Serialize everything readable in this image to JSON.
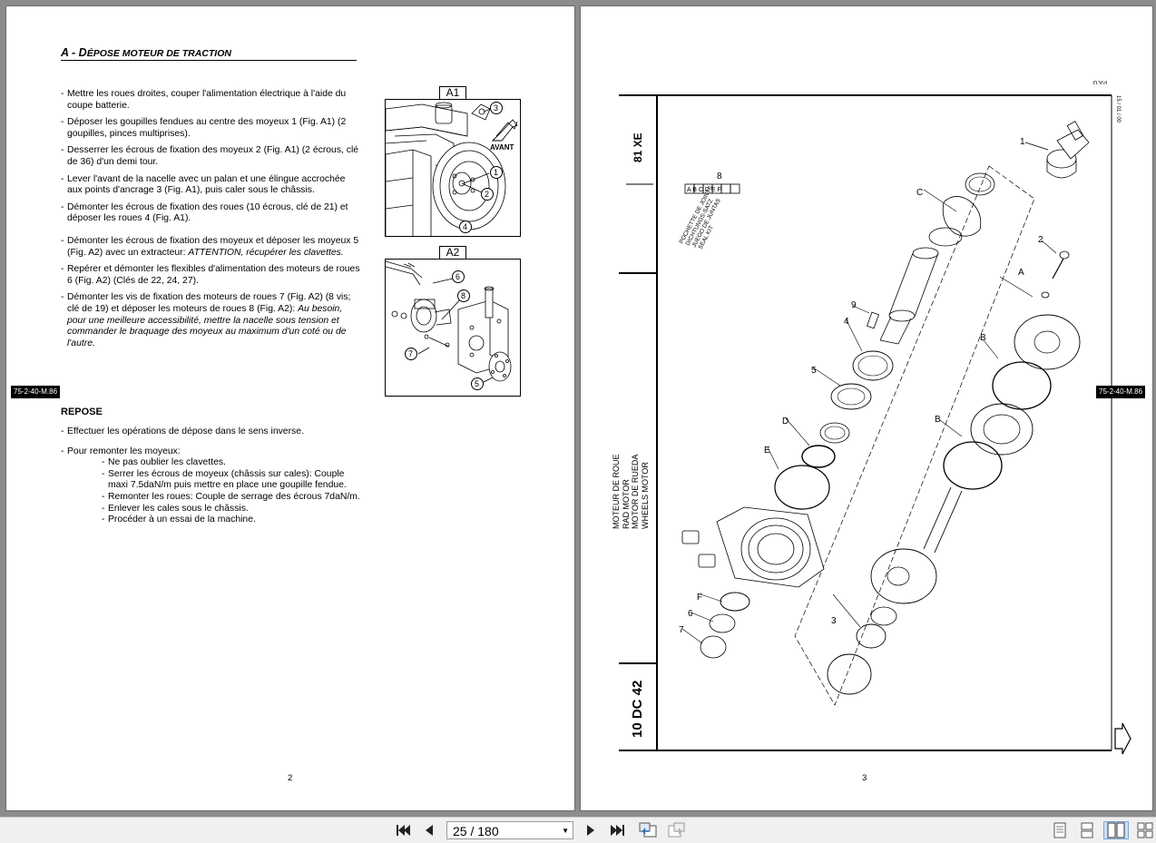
{
  "left_page": {
    "title_prefix": "A - D",
    "title_rest": "ÉPOSE MOTEUR DE TRACTION",
    "steps": [
      "Mettre les roues droites, couper l'alimentation électrique à l'aide du coupe batterie.",
      "Déposer les goupilles fendues au centre des moyeux 1 (Fig. A1) (2 goupilles, pinces multiprises).",
      "Desserrer les écrous de fixation des moyeux 2 (Fig. A1) (2 écrous, clé de 36) d'un demi tour.",
      "Lever l'avant de la nacelle avec un palan et une élingue accrochée aux points d'ancrage 3 (Fig. A1), puis caler sous le châssis.",
      "Démonter les écrous de fixation des roues (10 écrous, clé de 21) et déposer les roues 4 (Fig. A1).",
      "Démonter les écrous de fixation des moyeux et déposer les moyeux 5 (Fig. A2) avec un extracteur: ",
      "Repérer et démonter les flexibles d'alimentation des moteurs de roues 6 (Fig. A2) (Clés de 22, 24, 27).",
      "Démonter les vis de fixation des moteurs de roues 7 (Fig. A2) (8 vis; clé de 19) et déposer les moteurs de roues 8 (Fig. A2): "
    ],
    "step6_italic": "ATTENTION, récupérer les clavettes.",
    "step8_italic": "Au besoin, pour une meilleure accessibilité, mettre la nacelle sous tension et commander le braquage des moyeux au maximum d'un coté ou de l'autre.",
    "section_repose": "REPOSE",
    "repose_steps": [
      "Effectuer les opérations de dépose dans le sens inverse.",
      "Pour remonter les moyeux:"
    ],
    "repose_sub": [
      "Ne pas oublier les clavettes.",
      "Serrer les écrous de moyeux (châssis sur cales): Couple maxi 7.5daN/m puis mettre en place une goupille fendue.",
      "Remonter les roues: Couple de serrage des écrous 7daN/m.",
      "Enlever les cales sous le châssis.",
      "Procéder à un essai de la machine."
    ],
    "fig_a1_label": "A1",
    "fig_a2_label": "A2",
    "avant_label": "AVANT",
    "ref_tag": "75-2-40-M.86",
    "page_number": "2",
    "a1_callouts": [
      "1",
      "2",
      "3",
      "4"
    ],
    "a2_callouts": [
      "5",
      "6",
      "7",
      "8"
    ]
  },
  "right_page": {
    "model_top": "81 XE",
    "model_bottom": "10 DC 42",
    "title_lines": [
      "MOTEUR DE ROUE",
      "RAD MOTOR",
      "MOTOR DE RUEDA",
      "WHEELS MOTOR"
    ],
    "date_code": "15 / 01 / 00",
    "pao": "P.A.O",
    "ref_tag": "75-2-40-M.86",
    "page_number": "3",
    "parts": [
      "1",
      "2",
      "3",
      "4",
      "5",
      "6",
      "7",
      "8",
      "9",
      "A",
      "B",
      "B",
      "C",
      "D",
      "E",
      "F"
    ],
    "kit_box_lines": [
      "POCHETTE DE JOINTS",
      "DICHTUNGS-SATZ",
      "JUEGO DE JUNTAS",
      "SEAL KIT"
    ],
    "kit_box_letters": [
      "A",
      "B",
      "C",
      "D",
      "E",
      "F"
    ]
  },
  "toolbar": {
    "page_display": "25 / 180"
  },
  "icons": {
    "first": "first-page-icon",
    "prev": "previous-page-icon",
    "next": "next-page-icon",
    "last": "last-page-icon",
    "back": "back-view-icon",
    "forward": "forward-view-icon",
    "single": "single-page-view-icon",
    "continuous": "continuous-view-icon",
    "facing": "facing-pages-view-icon",
    "facing_cont": "continuous-facing-view-icon",
    "arrow": "next-page-arrow-icon"
  }
}
